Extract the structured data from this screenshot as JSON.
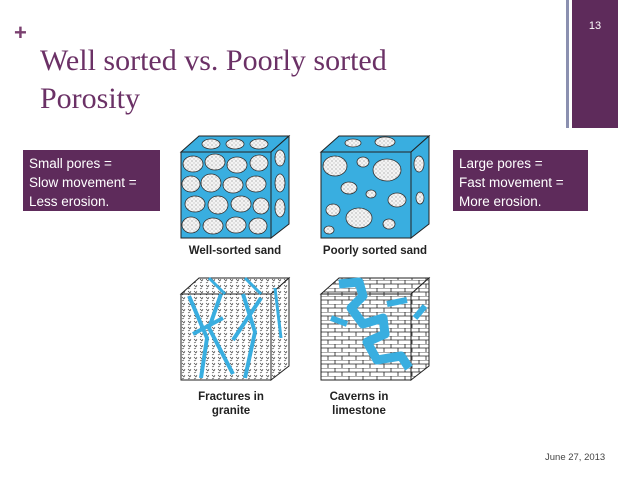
{
  "slide": {
    "plus": "+",
    "title_line1": "Well sorted vs. Poorly sorted",
    "title_line2": "Porosity",
    "page_number": "13",
    "date": "June 27, 2013"
  },
  "callouts": {
    "left": [
      "Small pores =",
      "Slow movement =",
      "Less erosion."
    ],
    "right": [
      "Large pores =",
      "Fast movement =",
      "More erosion."
    ]
  },
  "figure": {
    "captions": {
      "well_sorted": "Well-sorted sand",
      "poorly_sorted": "Poorly sorted sand",
      "fractures": [
        "Fractures in",
        "granite"
      ],
      "caverns": [
        "Caverns in",
        "limestone"
      ]
    },
    "colors": {
      "water": "#39aee0",
      "grain": "#f0f0f0",
      "rock": "#ffffff",
      "line": "#222222",
      "accent": "#5e2b5b"
    }
  }
}
